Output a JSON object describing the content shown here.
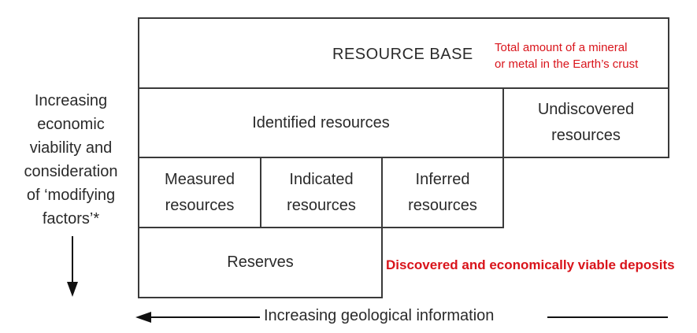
{
  "resource_base": {
    "title": "RESOURCE BASE",
    "note_line1": "Total amount of a mineral",
    "note_line2": "or metal in the Earth’s crust"
  },
  "identified": "Identified resources",
  "undiscovered": {
    "line1": "Undiscovered",
    "line2": "resources"
  },
  "measured": {
    "line1": "Measured",
    "line2": "resources"
  },
  "indicated": {
    "line1": "Indicated",
    "line2": "resources"
  },
  "inferred": {
    "line1": "Inferred",
    "line2": "resources"
  },
  "reserves": "Reserves",
  "reserves_note": "Discovered and economically viable deposits",
  "vertical_axis": {
    "lines": [
      "Increasing",
      "economic",
      "viability and",
      "consideration",
      "of ‘modifying",
      "factors’*"
    ]
  },
  "horizontal_axis": {
    "label": "Increasing geological information"
  },
  "colors": {
    "accent": "#d9141b",
    "border": "#3a3a3a",
    "text": "#2a2a2a"
  }
}
